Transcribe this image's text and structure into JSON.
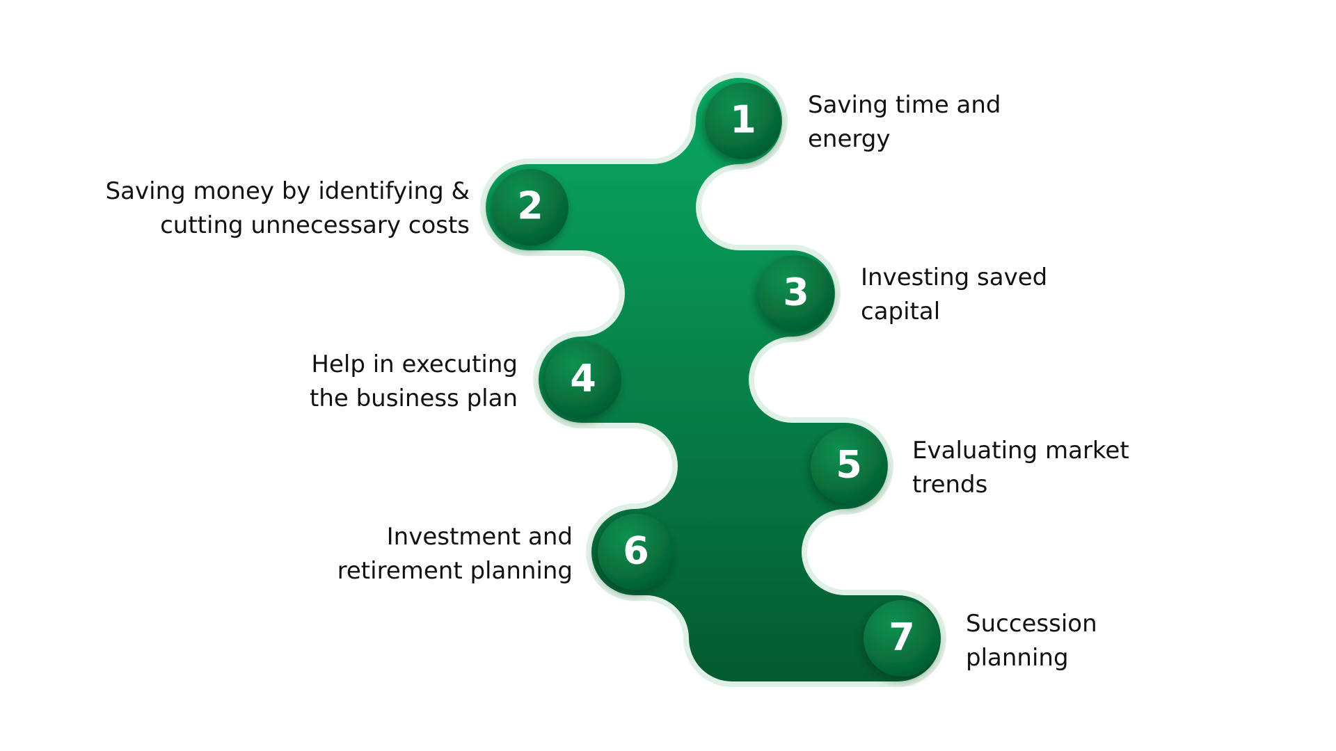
{
  "steps": [
    {
      "number": "1",
      "label": "Saving time and\nenergy"
    },
    {
      "number": "2",
      "label": "Saving money by identifying &\ncutting unnecessary costs"
    },
    {
      "number": "3",
      "label": "Investing saved\ncapital"
    },
    {
      "number": "4",
      "label": "Help in executing\nthe business plan"
    },
    {
      "number": "5",
      "label": "Evaluating market\ntrends"
    },
    {
      "number": "6",
      "label": "Investment and\nretirement planning"
    },
    {
      "number": "7",
      "label": "Succession\nplanning"
    }
  ],
  "colors": {
    "ribbon_top": "#0aa962",
    "ribbon_bottom": "#045a30",
    "ribbon_outline": "#dff1e6",
    "circle_light": "#0e9152",
    "circle_dark": "#03592e",
    "number_text": "#ffffff",
    "label_text": "#111111"
  }
}
